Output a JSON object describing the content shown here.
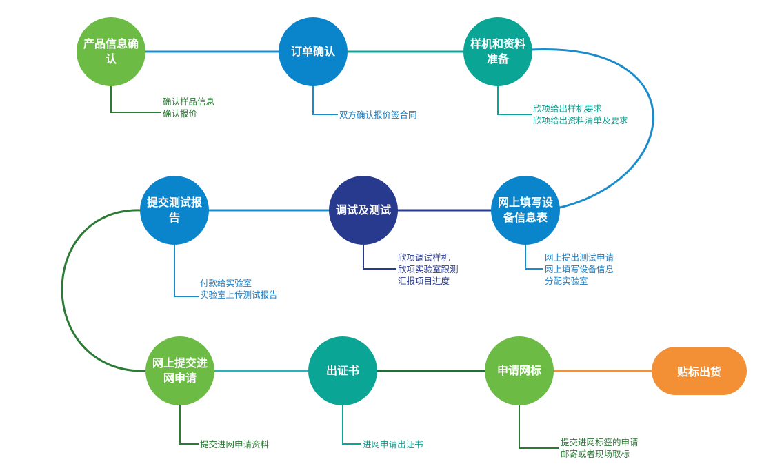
{
  "colors": {
    "green": "#6bbb45",
    "blue": "#0a85cc",
    "teal": "#0aa595",
    "navy": "#283a8e",
    "orange": "#f39035",
    "dark_green": "#2b7a35"
  },
  "steps": [
    {
      "label": "产品信息确认",
      "notes": [
        "确认样品信息",
        "确认报价"
      ]
    },
    {
      "label": "订单确认",
      "notes": [
        "双方确认报价签合同"
      ]
    },
    {
      "label": "样机和资料准备",
      "notes": [
        "欣项给出样机要求",
        "欣项给出资料清单及要求"
      ]
    },
    {
      "label": "网上填写设备信息表",
      "notes": [
        "网上提出测试申请",
        "网上填写设备信息",
        "分配实验室"
      ]
    },
    {
      "label": "调试及测试",
      "notes": [
        "欣项调试样机",
        "欣项实验室跟测",
        "汇报项目进度"
      ]
    },
    {
      "label": "提交测试报告",
      "notes": [
        "付款给实验室",
        "实验室上传测试报告"
      ]
    },
    {
      "label": "网上提交进网申请",
      "notes": [
        "提交进网申请资料"
      ]
    },
    {
      "label": "出证书",
      "notes": [
        "进网申请出证书"
      ]
    },
    {
      "label": "申请网标",
      "notes": [
        "提交进网标签的申请",
        "邮寄或者现场取标"
      ]
    },
    {
      "label": "贴标出货",
      "notes": []
    }
  ]
}
